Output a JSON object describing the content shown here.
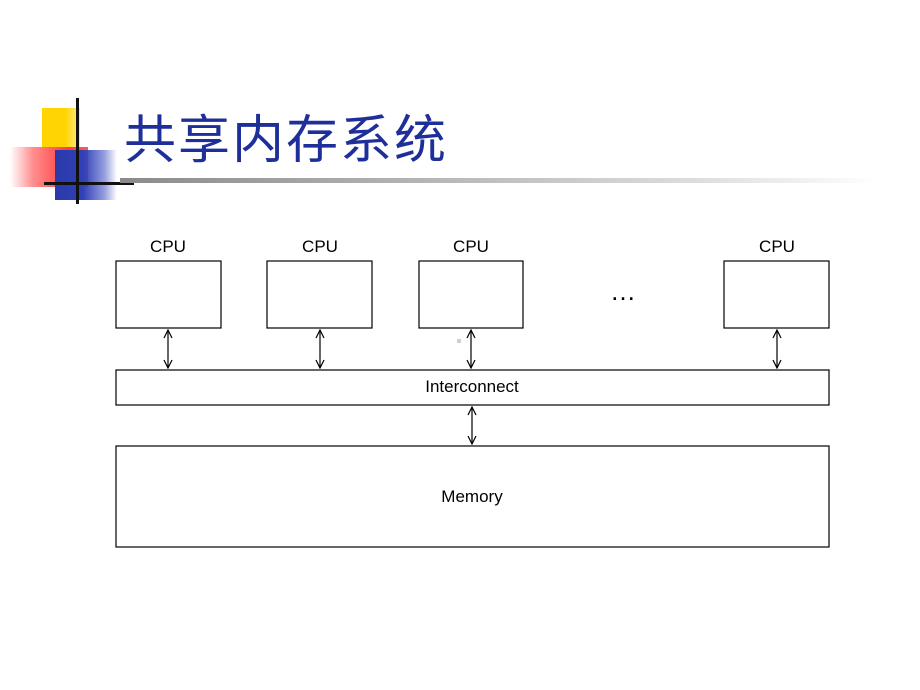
{
  "slide": {
    "title": "共享内存系统"
  },
  "diagram": {
    "cpus": [
      {
        "label": "CPU"
      },
      {
        "label": "CPU"
      },
      {
        "label": "CPU"
      },
      {
        "label": "CPU"
      }
    ],
    "ellipsis": "…",
    "interconnect_label": "Interconnect",
    "memory_label": "Memory"
  }
}
